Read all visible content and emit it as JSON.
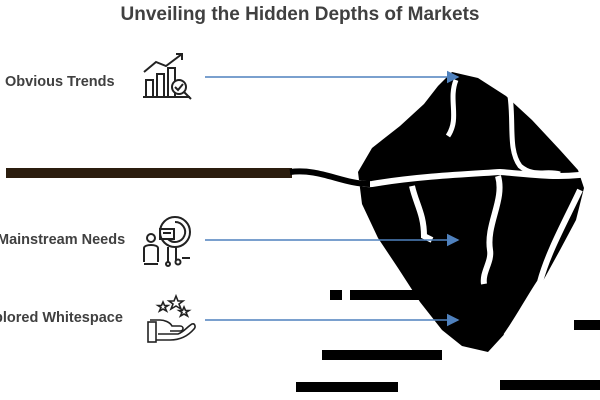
{
  "title": "Unveiling the Hidden Depths of Markets",
  "rows": [
    {
      "label": "Obvious Trends",
      "icon": "chart-magnifier-icon"
    },
    {
      "label": "Mainstream Needs",
      "icon": "person-presentation-icon"
    },
    {
      "label": "plored Whitespace",
      "icon": "hand-stars-icon"
    }
  ],
  "colors": {
    "title": "#404040",
    "arrow": "#4f81bd",
    "iceberg": "#000000",
    "waterline": "#2b1d0e"
  }
}
